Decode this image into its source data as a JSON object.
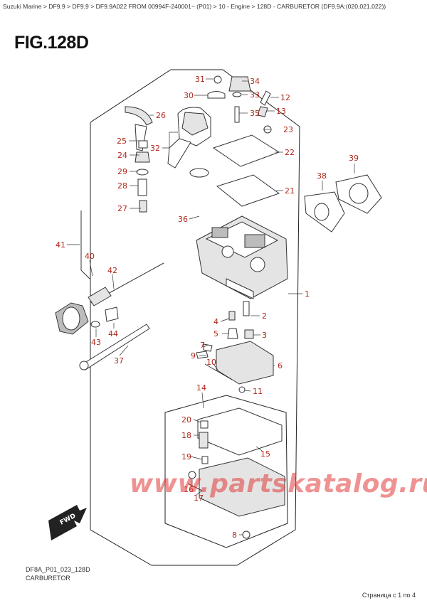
{
  "breadcrumb": "Suzuki Marine > DF9.9 > DF9.9 > DF9.9A022 FROM 00994F-240001~ (P01) > 10 - Engine > 128D - CARBURETOR (DF9.9A:(020,021,022))",
  "figure_title": "FIG.128D",
  "fwd_label": "FWD",
  "footer": {
    "code": "DF8A_P01_023_128D",
    "name": "CARBURETOR"
  },
  "pagination": "Страница с 1 по 4",
  "watermark": "www.partskatalog.ru",
  "callouts": [
    "31",
    "34",
    "30",
    "33",
    "12",
    "26",
    "35",
    "13",
    "23",
    "25",
    "32",
    "24",
    "22",
    "29",
    "39",
    "38",
    "28",
    "21",
    "27",
    "36",
    "41",
    "40",
    "1",
    "42",
    "2",
    "4",
    "3",
    "5",
    "44",
    "43",
    "7",
    "9",
    "6",
    "10",
    "37",
    "11",
    "14",
    "20",
    "18",
    "15",
    "19",
    "16",
    "17",
    "8"
  ]
}
